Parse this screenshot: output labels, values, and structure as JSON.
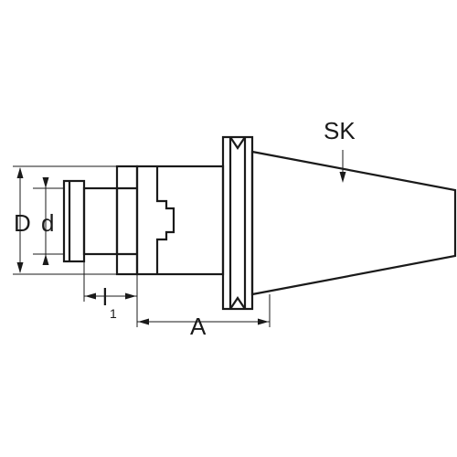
{
  "labels": {
    "taper": "SK",
    "outer_diameter": "D",
    "inner_diameter": "d",
    "length_l": "l",
    "length_l_subscript": "1",
    "length_a": "A"
  }
}
